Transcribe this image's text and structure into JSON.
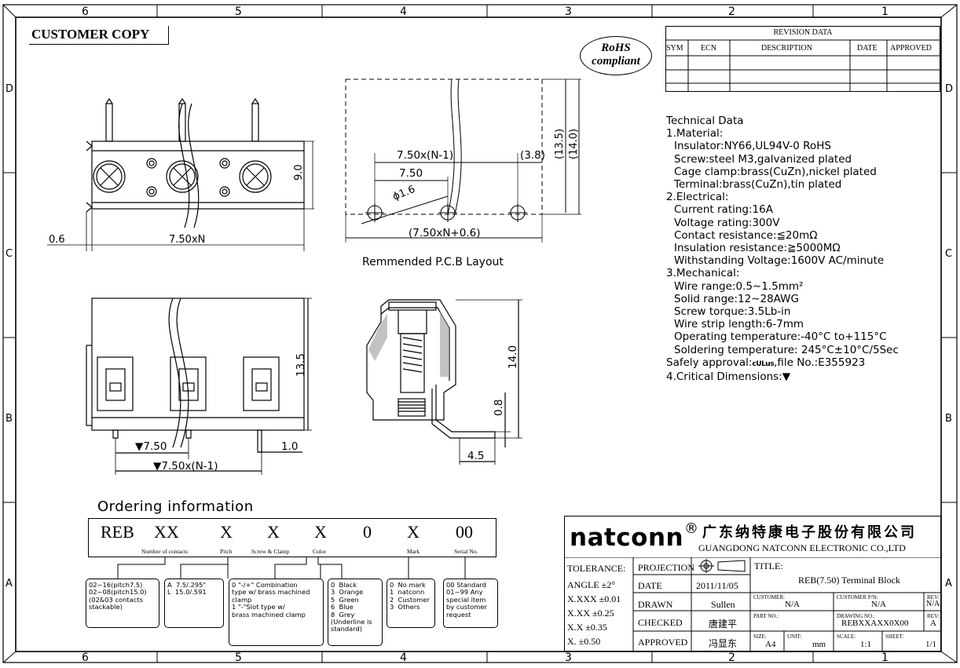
{
  "frame": {
    "cols_top": [
      "6",
      "5",
      "4",
      "3",
      "2",
      "1"
    ],
    "cols_bottom": [
      "6",
      "5",
      "4",
      "3",
      "2",
      "1"
    ],
    "rows_left": [
      "D",
      "C",
      "B",
      "A"
    ],
    "rows_right": [
      "D",
      "C",
      "B",
      "A"
    ]
  },
  "stamp": "CUSTOMER COPY",
  "rohs": {
    "line1": "RoHS",
    "line2": "compliant"
  },
  "revision": {
    "title": "REVISION DATA",
    "headers": [
      "SYM",
      "ECN",
      "DESCRIPTION",
      "DATE",
      "APPROVED"
    ]
  },
  "drawing_labels": {
    "dim_9": "9.0",
    "dim_06": "0.6",
    "dim_750xN": "7.50xN",
    "pcb_750xN1": "7.50x(N-1)",
    "pcb_38": "(3.8)",
    "pcb_750": "7.50",
    "pcb_phi": "ϕ1.6",
    "pcb_135": "(13.5)",
    "pcb_140": "(14.0)",
    "pcb_bottom": "(7.50xN+0.6)",
    "pcb_caption": "Remmended P.C.B Layout",
    "front_135": "13.5",
    "front_750": "▼7.50",
    "front_750n1": "▼7.50x(N-1)",
    "front_10": "1.0",
    "side_140": "14.0",
    "side_08": "0.8",
    "side_45": "4.5"
  },
  "tech": [
    "Technical Data",
    "1.Material:",
    " Insulator:NY66,UL94V-0  RoHS",
    " Screw:steel M3,galvanized plated",
    " Cage clamp:brass(CuZn),nickel plated",
    " Terminal:brass(CuZn),tin plated",
    "2.Electrical:",
    " Current rating:16A",
    " Voltage rating:300V",
    " Contact resistance:≦20mΩ",
    " Insulation resistance:≧5000MΩ",
    " Withstanding Voltage:1600V AC/minute",
    "3.Mechanical:",
    " Wire range:0.5∼1.5mm²",
    " Solid range:12∼28AWG",
    " Screw torque:3.5Lb-in",
    " Wire strip length:6-7mm",
    " Operating temperature:-40°C to+115°C",
    " Soldering temperature: 245°C±10°C/5Sec",
    "Safely approval:",
    "4.Critical Dimensions:▼"
  ],
  "tech_file": ",file No.:E355923",
  "ul_mark": "cULus",
  "ordering": {
    "title": "Ordering information",
    "codes": [
      "REB",
      "XX",
      "X",
      "X",
      "X",
      "0",
      "X",
      "00"
    ],
    "code_labels": [
      "Number of contacts",
      "Pitch",
      "Screw & Clamp",
      "Color",
      "Mark",
      "Serial No."
    ],
    "options": [
      "02~16(pitch7.5)\n02~08(pitch15.0)\n(02&03 contacts\nstackable)",
      "A  7.5/.295\"\nL  15.0/.591",
      "0 \"-/+\" Combination\ntype w/ brass machined\nclamp\n1 \"-\"Slot type w/\nbrass machined clamp",
      "0  Black\n3  Orange\n5  Green\n6  Blue\n8  Grey\n(Underline is\nstandard)",
      "0  No mark\n1  natconn\n2  Customer\n3  Others",
      "00 Standard\n01~99 Any\nspecial item\nby customer\nrequest"
    ]
  },
  "company": {
    "brand": "natconn",
    "reg": "®",
    "cn": "广东纳特康电子股份有限公司",
    "en": "GUANGDONG NATCONN ELECTRONIC CO.,LTD"
  },
  "titleblock": {
    "tolerance": "TOLERANCE:",
    "angle": "ANGLE ±2°",
    "xxxx": "X.XXX  ±0.01",
    "xxx": "X.XX    ±0.25",
    "xx": "X.X      ±0.35",
    "x": "X.        ±0.50",
    "projection": "PROJECTION",
    "date_lbl": "DATE",
    "date_val": "2011/11/05",
    "drawn_lbl": "DRAWN",
    "drawn_val": "Sullen",
    "checked_lbl": "CHECKED",
    "checked_val": "唐建平",
    "approved_lbl": "APPROVED",
    "approved_val": "冯显东",
    "title_lbl": "TITLE:",
    "title_val": "REB(7.50) Terminal Block",
    "customer_lbl": "CUSTOMER:",
    "customer_val": "N/A",
    "cpn_lbl": "CUSTOMER P/N:",
    "cpn_val": "N/A",
    "rev_lbl": "REV:",
    "rev_val1": "N/A",
    "part_lbl": "PART NO.:",
    "drawno_lbl": "DRAWING NO.:",
    "drawno_val": "REBXXAXX0X00",
    "rev_val2": "A",
    "size_lbl": "SIZE:",
    "size_val": "A4",
    "unit_lbl": "UNIT:",
    "unit_val": "mm",
    "scale_lbl": "SCALE:",
    "scale_val": "1:1",
    "sheet_lbl": "SHEET:",
    "sheet_val": "1/1"
  }
}
